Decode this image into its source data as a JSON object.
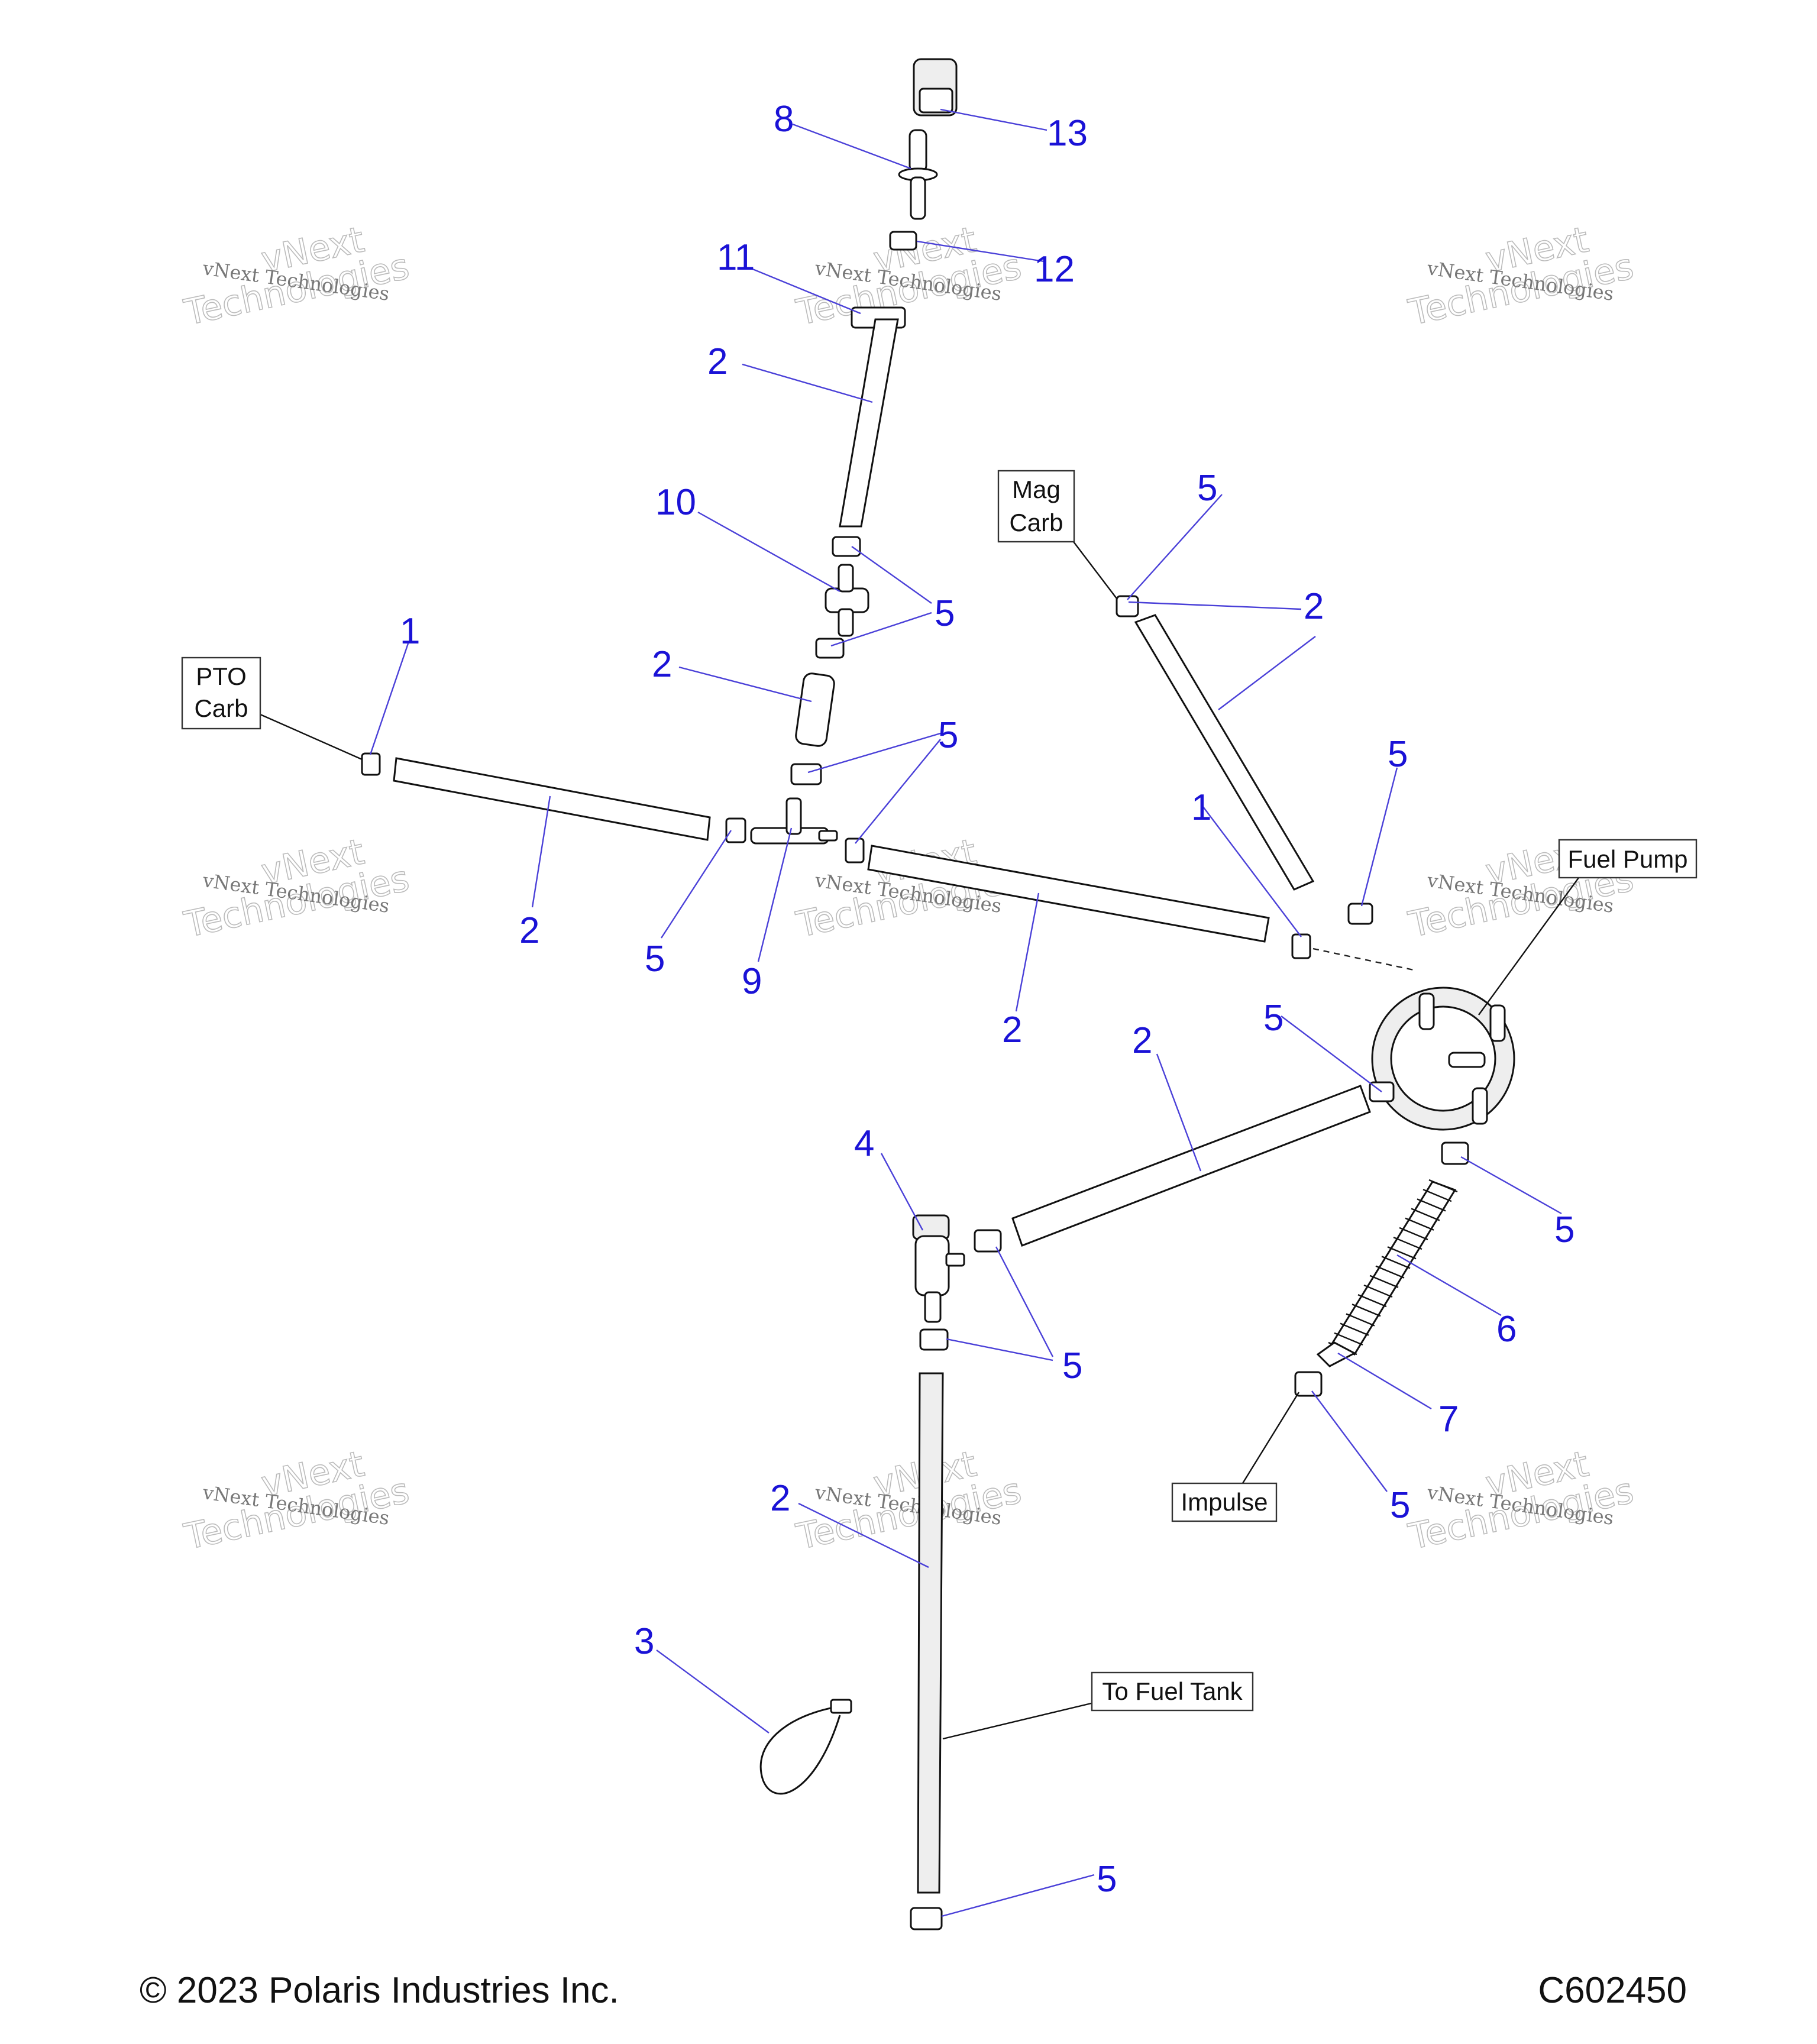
{
  "callouts": [
    "1",
    "2",
    "3",
    "4",
    "5",
    "6",
    "7",
    "8",
    "9",
    "10",
    "11",
    "12",
    "13"
  ],
  "labels": {
    "pto_carb": [
      "PTO",
      "Carb"
    ],
    "mag_carb": [
      "Mag",
      "Carb"
    ],
    "fuel_pump": "Fuel Pump",
    "impulse": "Impulse",
    "to_fuel_tank": "To Fuel Tank"
  },
  "watermark": {
    "line1": "vNext Technologies",
    "line2a": "vNext",
    "line2b": "Technologies"
  },
  "footer": {
    "copyright": "© 2023 Polaris Industries Inc.",
    "drawing_number": "C602450"
  }
}
